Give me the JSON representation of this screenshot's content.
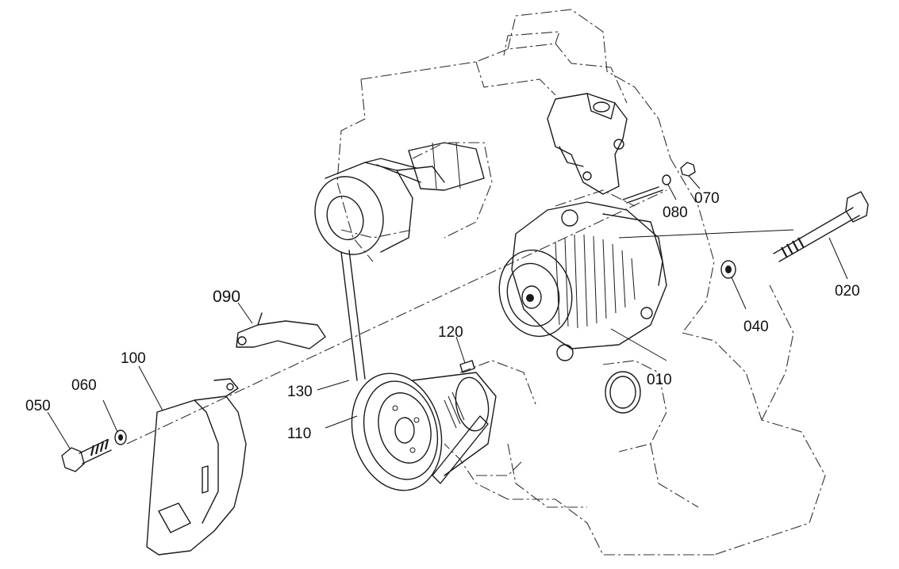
{
  "parts": [
    {
      "id": "p010",
      "label": "010",
      "icon": "alternator"
    },
    {
      "id": "p020",
      "label": "020",
      "icon": "hex-bolt"
    },
    {
      "id": "p040",
      "label": "040",
      "icon": "washer"
    },
    {
      "id": "p050",
      "label": "050",
      "icon": "hex-bolt"
    },
    {
      "id": "p060",
      "label": "060",
      "icon": "washer"
    },
    {
      "id": "p070",
      "label": "070",
      "icon": "hex-nut"
    },
    {
      "id": "p080",
      "label": "080",
      "icon": "washer"
    },
    {
      "id": "p090",
      "label": "090",
      "icon": "bracket"
    },
    {
      "id": "p100",
      "label": "100",
      "icon": "belt-cover"
    },
    {
      "id": "p110",
      "label": "110",
      "icon": "pulley"
    },
    {
      "id": "p120",
      "label": "120",
      "icon": "key"
    },
    {
      "id": "p130",
      "label": "130",
      "icon": "v-belt"
    }
  ]
}
